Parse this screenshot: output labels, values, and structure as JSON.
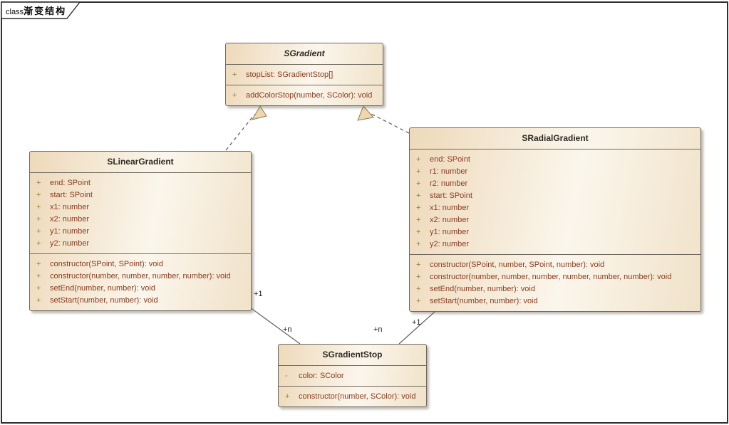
{
  "frame": {
    "keyword": "class",
    "title": "渐变结构"
  },
  "classes": [
    {
      "name": "SGradient",
      "abstract": true,
      "attributes": [
        {
          "vis": "+",
          "text": "stopList: SGradientStop[]"
        }
      ],
      "methods": [
        {
          "vis": "+",
          "text": "addColorStop(number, SColor): void"
        }
      ]
    },
    {
      "name": "SLinearGradient",
      "abstract": false,
      "attributes": [
        {
          "vis": "+",
          "text": "end: SPoint"
        },
        {
          "vis": "+",
          "text": "start: SPoint"
        },
        {
          "vis": "+",
          "text": "x1: number"
        },
        {
          "vis": "+",
          "text": "x2: number"
        },
        {
          "vis": "+",
          "text": "y1: number"
        },
        {
          "vis": "+",
          "text": "y2: number"
        }
      ],
      "methods": [
        {
          "vis": "+",
          "text": "constructor(SPoint, SPoint): void"
        },
        {
          "vis": "+",
          "text": "constructor(number, number, number, number): void"
        },
        {
          "vis": "+",
          "text": "setEnd(number, number): void"
        },
        {
          "vis": "+",
          "text": "setStart(number, number): void"
        }
      ]
    },
    {
      "name": "SRadialGradient",
      "abstract": false,
      "attributes": [
        {
          "vis": "+",
          "text": "end: SPoint"
        },
        {
          "vis": "+",
          "text": "r1: number"
        },
        {
          "vis": "+",
          "text": "r2: number"
        },
        {
          "vis": "+",
          "text": "start: SPoint"
        },
        {
          "vis": "+",
          "text": "x1: number"
        },
        {
          "vis": "+",
          "text": "x2: number"
        },
        {
          "vis": "+",
          "text": "y1: number"
        },
        {
          "vis": "+",
          "text": "y2: number"
        }
      ],
      "methods": [
        {
          "vis": "+",
          "text": "constructor(SPoint, number, SPoint, number): void"
        },
        {
          "vis": "+",
          "text": "constructor(number, number, number, number, number, number): void"
        },
        {
          "vis": "+",
          "text": "setEnd(number, number): void"
        },
        {
          "vis": "+",
          "text": "setStart(number, number): void"
        }
      ]
    },
    {
      "name": "SGradientStop",
      "abstract": false,
      "attributes": [
        {
          "vis": "-",
          "text": "color: SColor"
        }
      ],
      "methods": [
        {
          "vis": "+",
          "text": "constructor(number, SColor): void"
        }
      ]
    }
  ],
  "relations": [
    {
      "type": "realization",
      "from": "SLinearGradient",
      "to": "SGradient"
    },
    {
      "type": "realization",
      "from": "SRadialGradient",
      "to": "SGradient"
    },
    {
      "type": "association",
      "from": "SLinearGradient",
      "to": "SGradientStop",
      "from_label": "+1",
      "to_label": "+n"
    },
    {
      "type": "association",
      "from": "SRadialGradient",
      "to": "SGradientStop",
      "from_label": "+1",
      "to_label": "+n"
    }
  ],
  "colors": {
    "box_fill_left": "#eed9ba",
    "box_fill_right": "#f1e2c9",
    "box_border": "#6f6a60",
    "title_text": "#2e2a24",
    "member_text": "#8a3c20",
    "visibility_sign": "#8f7c35",
    "connector": "#6b675f",
    "arrow_fill": "#eed7ab"
  }
}
